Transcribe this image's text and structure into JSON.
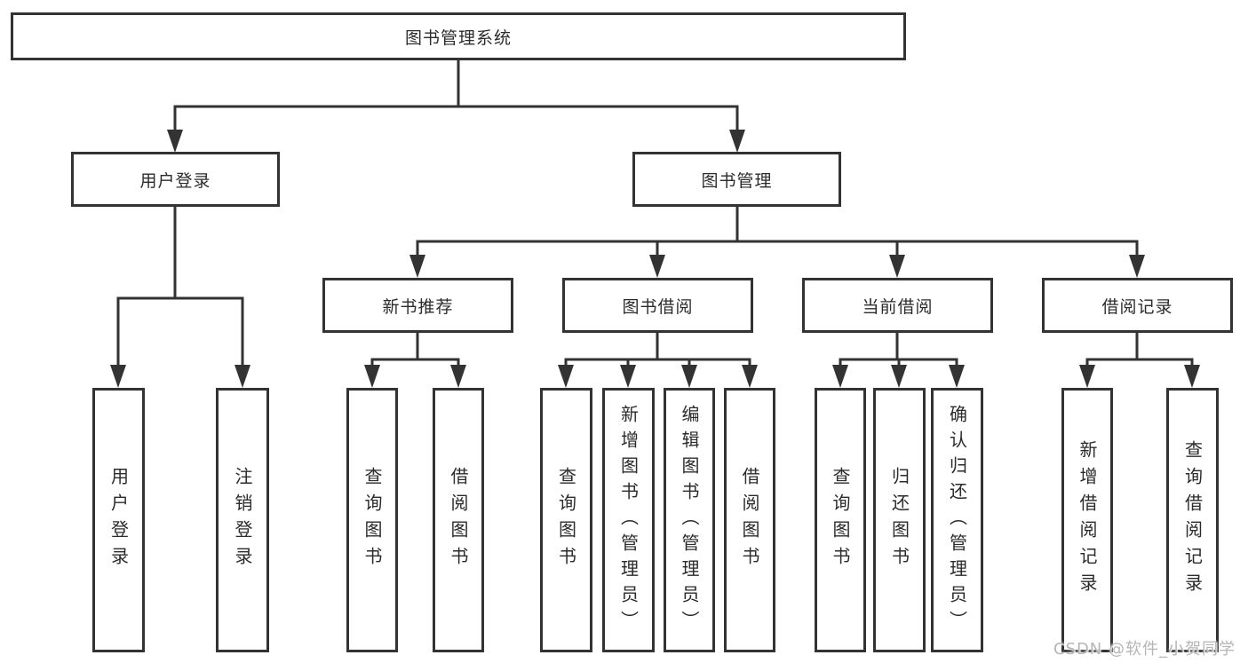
{
  "nodes": {
    "root": "图书管理系统",
    "l2": [
      "用户登录",
      "图书管理"
    ],
    "l3": [
      "新书推荐",
      "图书借阅",
      "当前借阅",
      "借阅记录"
    ],
    "leaves": {
      "userLogin": [
        "用户登录",
        "注销登录"
      ],
      "newBooks": [
        "查询图书",
        "借阅图书"
      ],
      "bookBorrow": [
        "查询图书",
        "新增图书（管理员）",
        "编辑图书（管理员）",
        "借阅图书"
      ],
      "currentBorrow": [
        "查询图书",
        "归还图书",
        "确认归还（管理员）"
      ],
      "borrowRecords": [
        "新增借阅记录",
        "查询借阅记录"
      ]
    }
  },
  "watermark": "CSDN @软件_小贺同学",
  "colors": {
    "line": "#333333",
    "text": "#2b2b2b",
    "watermark": "#b5b5b5",
    "background": "#ffffff"
  }
}
